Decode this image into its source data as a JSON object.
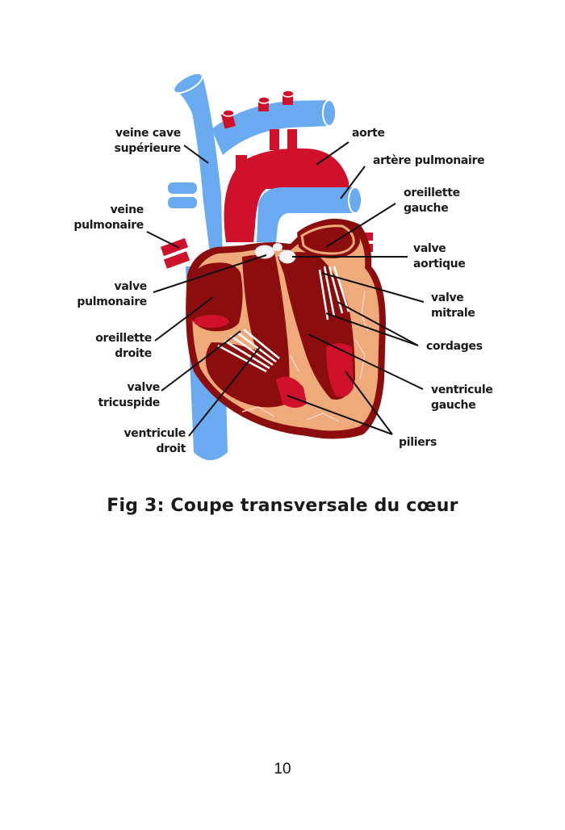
{
  "figure": {
    "caption": "Fig 3: Coupe transversale du cœur",
    "colors": {
      "vein_blue": "#6aaaf0",
      "artery_red": "#d0112b",
      "dark_muscle": "#8b0d0d",
      "wall_tan": "#eeaa7a",
      "valve_white": "#f4f4f4",
      "leader_line": "#111111"
    },
    "labels": {
      "veine_cave_superieure": [
        "veine cave",
        "supérieure"
      ],
      "veine_pulmonaire": [
        "veine",
        "pulmonaire"
      ],
      "valve_pulmonaire": [
        "valve",
        "pulmonaire"
      ],
      "oreillette_droite": [
        "oreillette",
        "droite"
      ],
      "valve_tricuspide": [
        "valve",
        "tricuspide"
      ],
      "ventricule_droit": [
        "ventricule",
        "droit"
      ],
      "aorte": [
        "aorte"
      ],
      "artere_pulmonaire": [
        "artère pulmonaire"
      ],
      "oreillette_gauche": [
        "oreillette",
        "gauche"
      ],
      "valve_aortique": [
        "valve",
        "aortique"
      ],
      "valve_mitrale": [
        "valve",
        "mitrale"
      ],
      "cordages": [
        "cordages"
      ],
      "ventricule_gauche": [
        "ventricule",
        "gauche"
      ],
      "piliers": [
        "piliers"
      ]
    }
  },
  "page": {
    "number": "10"
  }
}
